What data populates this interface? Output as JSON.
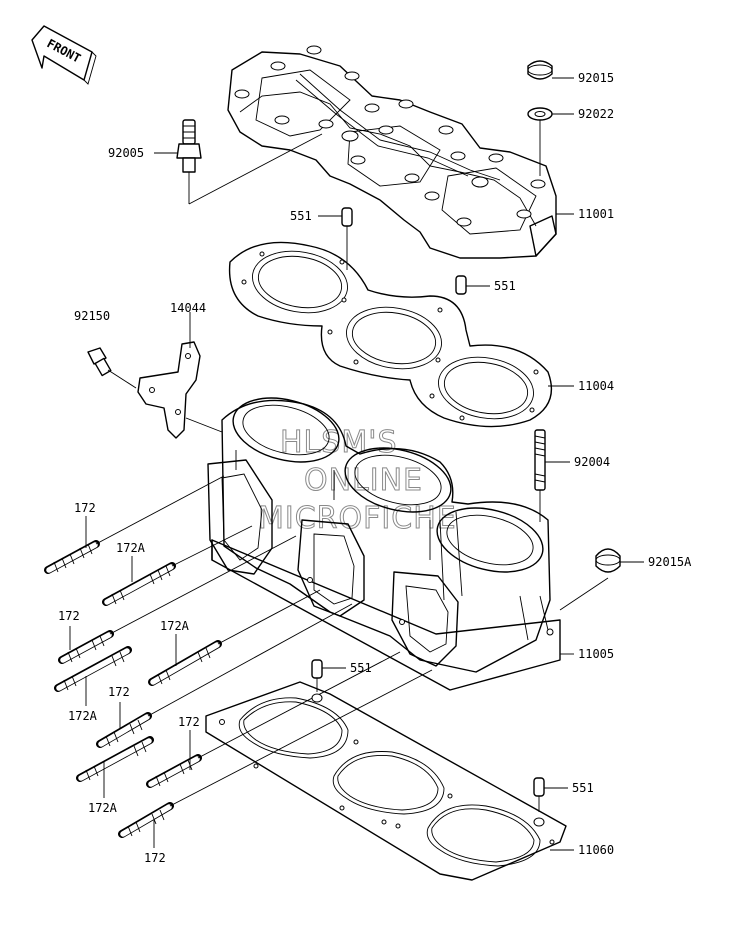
{
  "front_marker": {
    "label": "FRONT"
  },
  "watermark": {
    "lines": [
      "HLSM'S",
      "ONLINE",
      "MICROFICHE"
    ]
  },
  "callouts": {
    "p92015": "92015",
    "p92022": "92022",
    "p92005": "92005",
    "p11001": "11001",
    "p551_a": "551",
    "p551_b": "551",
    "p92150": "92150",
    "p14044": "14044",
    "p11004": "11004",
    "p92004": "92004",
    "p172_a": "172",
    "p172A_a": "172A",
    "p92015A": "92015A",
    "p172_b": "172",
    "p172A_b": "172A",
    "p172A_c": "172A",
    "p11005": "11005",
    "p551_c": "551",
    "p172_c": "172",
    "p172_d": "172",
    "p172A_d": "172A",
    "p551_d": "551",
    "p11060": "11060",
    "p172_e": "172"
  }
}
